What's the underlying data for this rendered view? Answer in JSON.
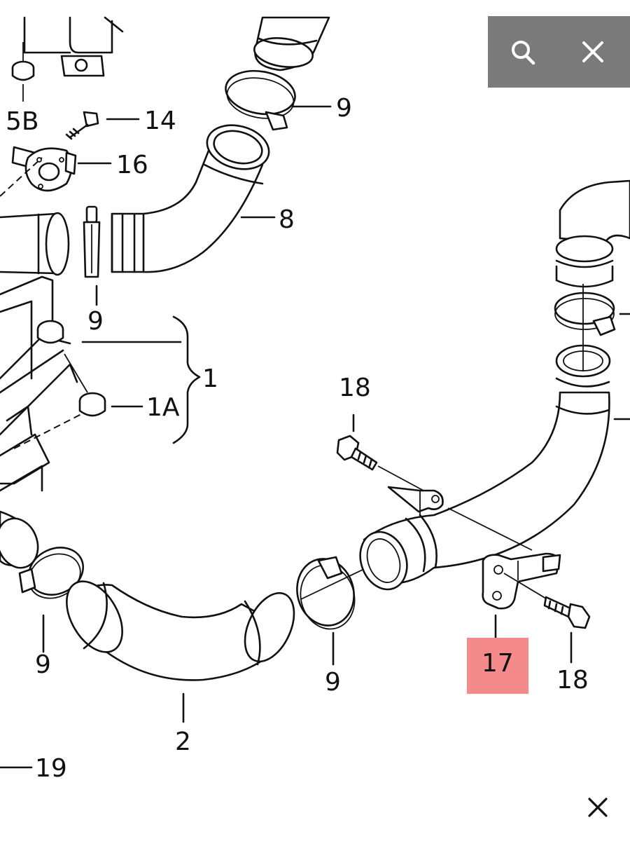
{
  "diagram": {
    "labels": {
      "l_5B": "5B",
      "l_14": "14",
      "l_16": "16",
      "l_9a": "9",
      "l_8": "8",
      "l_9b": "9",
      "l_1": "1",
      "l_1A": "1A",
      "l_18a": "18",
      "l_9c": "9",
      "l_9d": "9",
      "l_2": "2",
      "l_17": "17",
      "l_18b": "18",
      "l_19": "19"
    },
    "highlight_color": "#f58a8a"
  },
  "toolbar": {
    "zoom_icon": "search-icon",
    "close_icon": "close-icon",
    "background": "#7a7a7a"
  },
  "footer": {
    "close_icon": "close-icon"
  }
}
